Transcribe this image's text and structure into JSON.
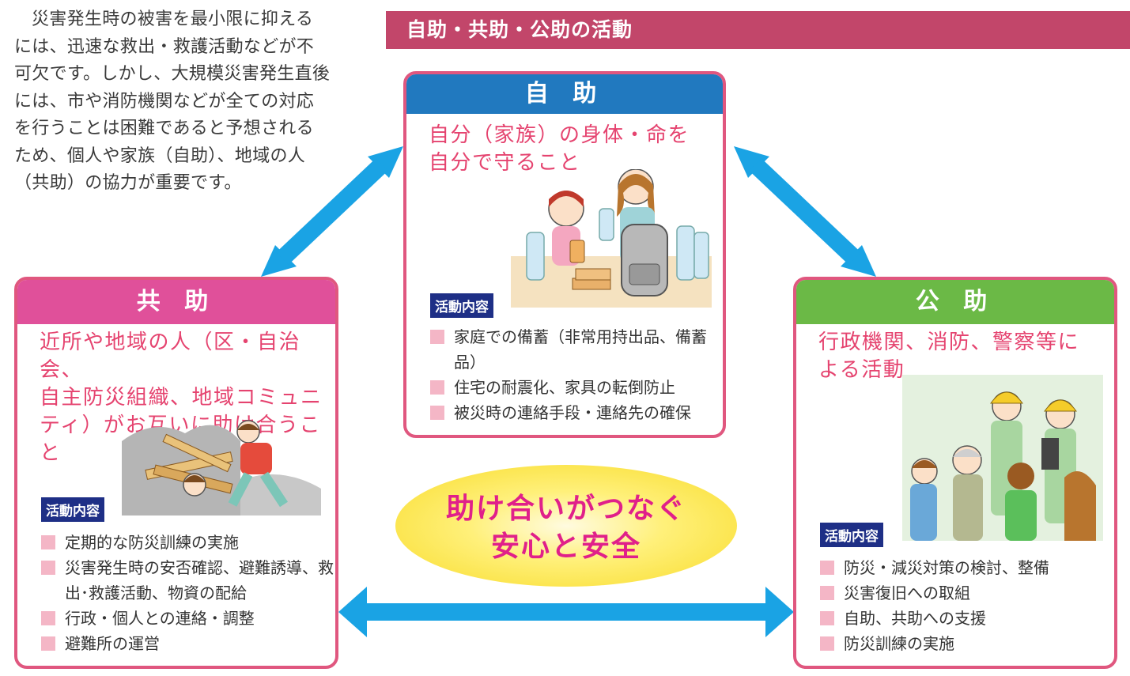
{
  "intro_text": "災害発生時の被害を最小限に抑えるには、迅速な救出・救護活動などが不可欠です。しかし、大規模災害発生直後には、市や消防機関などが全ての対応を行うことは困難であると予想されるため、個人や家族（自助）、地域の人（共助）の協力が重要です。",
  "header": {
    "title": "自助・共助・公助の活動"
  },
  "activity_label": "活動内容",
  "jijo": {
    "title": "自 助",
    "desc_line1": "自分（家族）の身体・命を",
    "desc_line2": "自分で守ること",
    "items": [
      "家庭での備蓄（非常用持出品、備蓄品）",
      "住宅の耐震化、家具の転倒防止",
      "被災時の連絡手段・連絡先の確保"
    ]
  },
  "kyojo": {
    "title": "共 助",
    "desc_line1": "近所や地域の人（区・自治会、",
    "desc_line2": "自主防災組織、地域コミュニ",
    "desc_line3": "ティ）がお互いに助け合うこと",
    "items": [
      "定期的な防災訓練の実施",
      "災害発生時の安否確認、避難誘導、救出･救護活動、物資の配給",
      "行政・個人との連絡・調整",
      "避難所の運営"
    ]
  },
  "kojo": {
    "title": "公 助",
    "desc_line1": "行政機関、消防、警察等に",
    "desc_line2": "よる活動",
    "items": [
      "防災・減災対策の検討、整備",
      "災害復旧への取組",
      "自助、共助への支援",
      "防災訓練の実施"
    ]
  },
  "center": {
    "line1": "助け合いがつなぐ",
    "line2": "安心と安全"
  },
  "colors": {
    "header": "#c2466a",
    "jijo": "#2179bf",
    "kyojo": "#e0509a",
    "kojo": "#6bb946",
    "border": "#e0577f",
    "arrow": "#1aa3e4",
    "accent_text": "#e5436f"
  }
}
